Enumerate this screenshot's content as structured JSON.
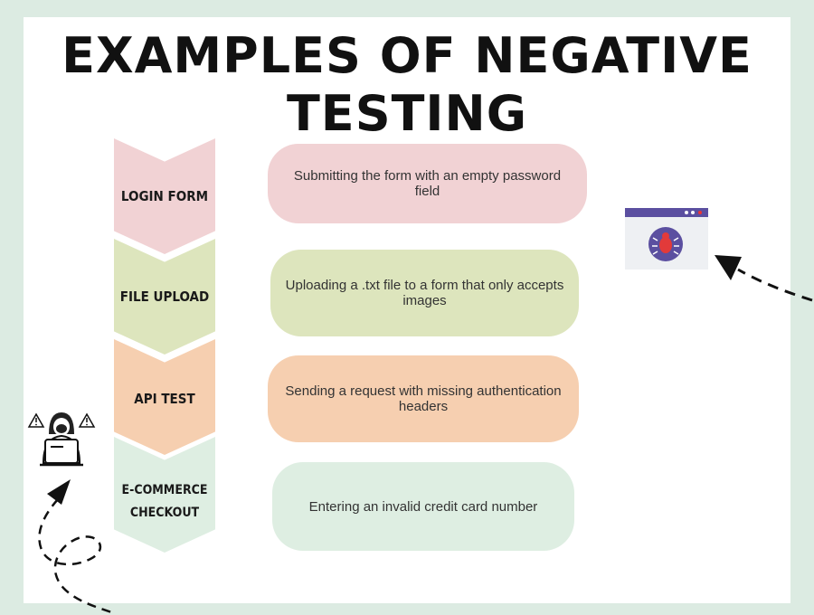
{
  "title": "EXAMPLES OF NEGATIVE TESTING",
  "colors": {
    "background": "#dcebe2",
    "pink": "#f1d2d4",
    "green": "#dde5bd",
    "orange": "#f6cfb0",
    "mint": "#deeee2"
  },
  "steps": [
    {
      "label": "LOGIN FORM",
      "description": "Submitting the form with an empty password field"
    },
    {
      "label": "FILE UPLOAD",
      "description": "Uploading a .txt file to a form that only accepts images"
    },
    {
      "label": "API TEST",
      "description": "Sending a request with missing authentication headers"
    },
    {
      "label": "E-COMMERCE CHECKOUT",
      "label_lines": [
        "E-COMMERCE",
        "CHECKOUT"
      ],
      "description": "Entering an invalid credit card number"
    }
  ],
  "icons": [
    "browser-bug-icon",
    "hacker-laptop-icon",
    "warning-icon",
    "dashed-arrow-icon"
  ]
}
